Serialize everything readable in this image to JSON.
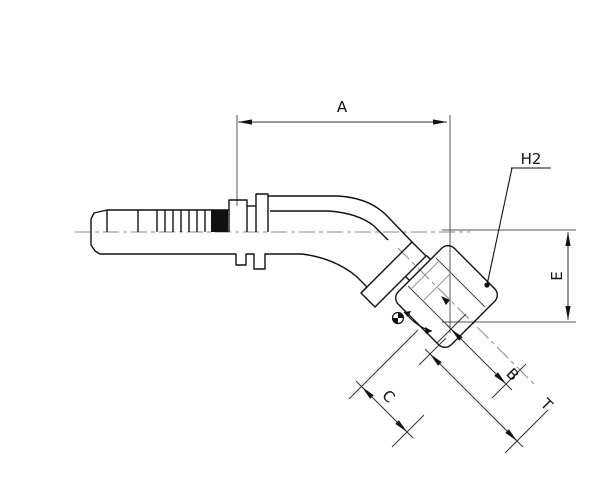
{
  "drawing": {
    "labels": {
      "dim_a": "A",
      "leader_h2": "H2",
      "dim_e": "E",
      "dim_b": "B",
      "dim_c": "C",
      "dim_t": "T"
    },
    "colors": {
      "part_line": "#111111",
      "dimension_line": "#333333",
      "centerline": "#888888",
      "background": "#ffffff"
    }
  }
}
